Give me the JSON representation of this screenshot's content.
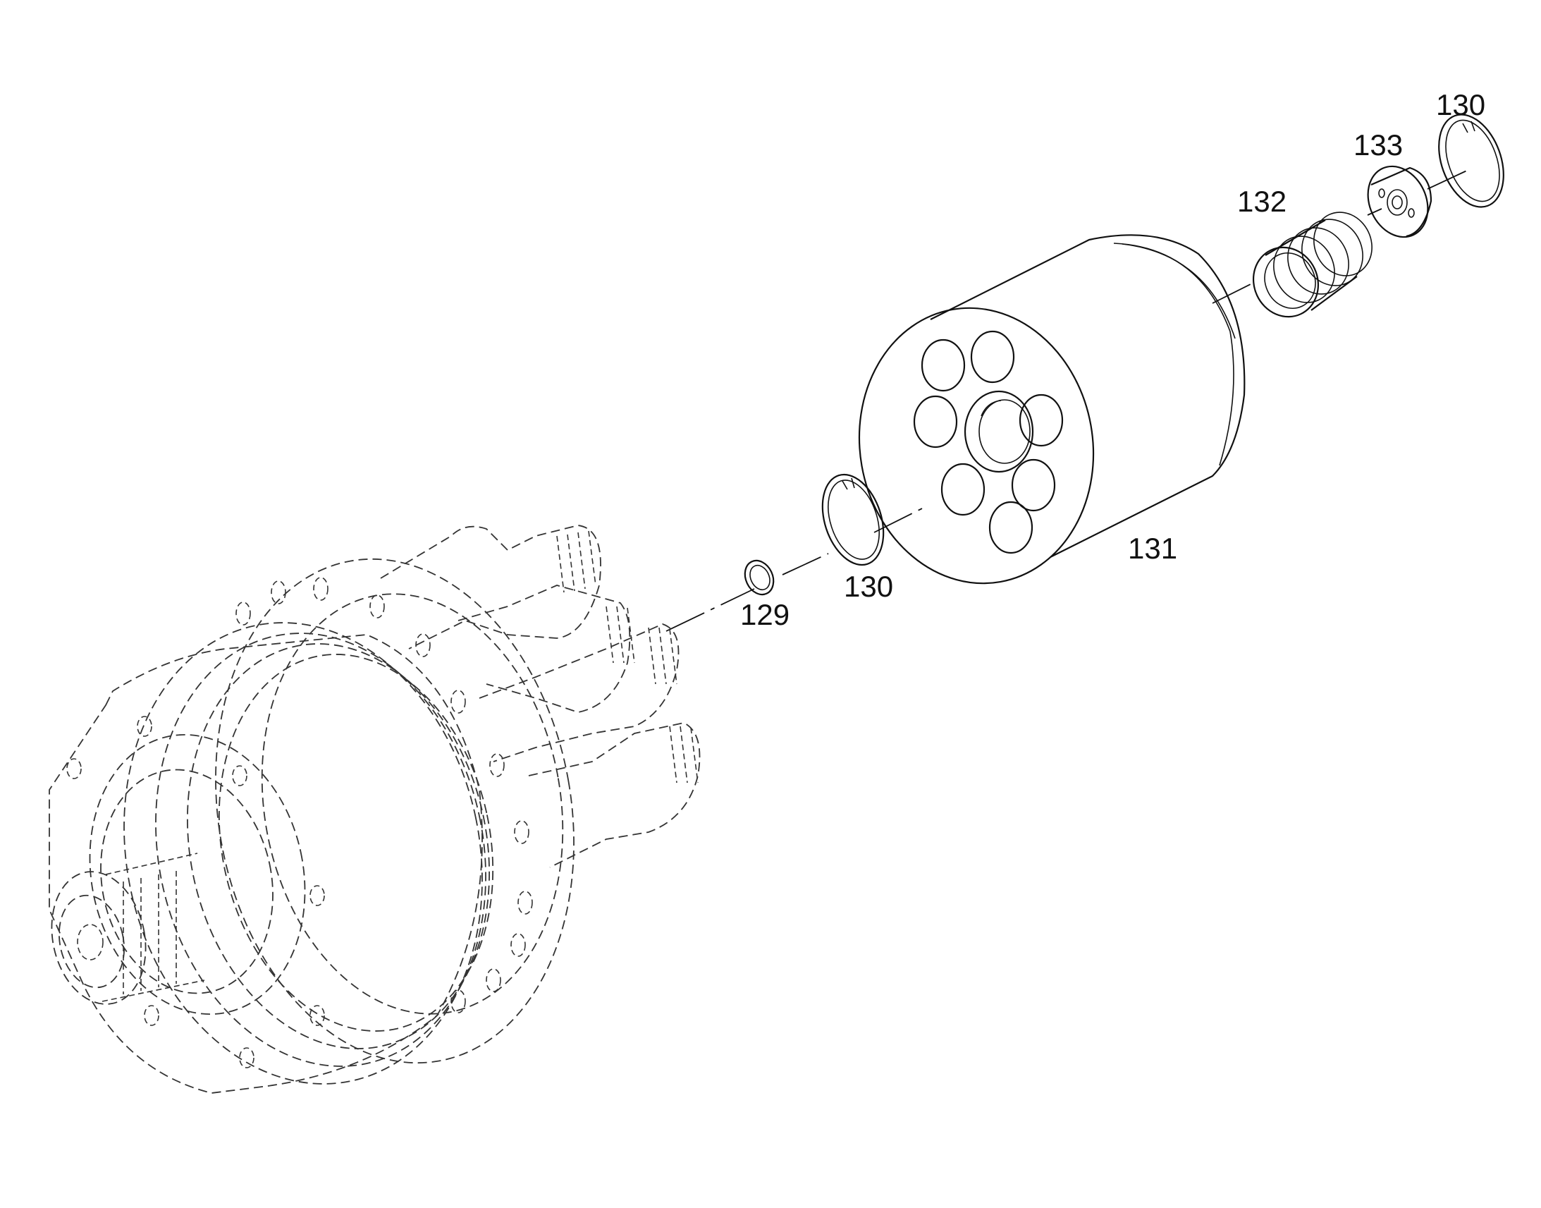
{
  "callouts": {
    "p129": "129",
    "p130_front": "130",
    "p131": "131",
    "p132": "132",
    "p133": "133",
    "p130_rear": "130"
  }
}
